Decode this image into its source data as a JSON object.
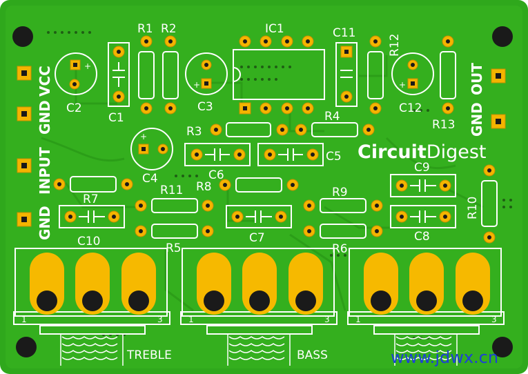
{
  "silkscreen": {
    "ic1": "IC1",
    "r1": "R1",
    "r2": "R2",
    "r3": "R3",
    "r4": "R4",
    "r5": "R5",
    "r6": "R6",
    "r7": "R7",
    "r8": "R8",
    "r9": "R9",
    "r10": "R10",
    "r11": "R11",
    "r12": "R12",
    "r13": "R13",
    "c1": "C1",
    "c2": "C2",
    "c3": "C3",
    "c4": "C4",
    "c5": "C5",
    "c6": "C6",
    "c7": "C7",
    "c8": "C8",
    "c9": "C9",
    "c10": "C10",
    "c11": "C11",
    "c12": "C12",
    "vcc": "VCC",
    "gnd_top": "GND",
    "input": "INPUT",
    "gnd_bottom": "GND",
    "gnd_right": "GND",
    "out": "OUT",
    "treble": "TREBLE",
    "bass": "BASS",
    "pin1": "1",
    "pin3": "3",
    "plus": "+"
  },
  "brand": {
    "circuit": "Circuit",
    "digest": "Digest"
  },
  "watermark": "www.jdwx.cn",
  "colors": {
    "board": "#2fa81c",
    "pad": "#f4b400",
    "silk": "#ffffff",
    "watermark": "#1d3fd8"
  }
}
